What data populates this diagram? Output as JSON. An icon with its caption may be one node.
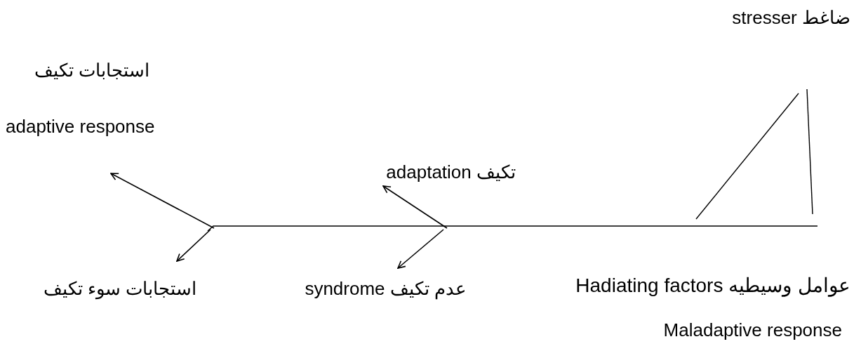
{
  "diagram": {
    "nodes": [
      {
        "text": [
          "استجابات تكيف",
          "adaptive response"
        ]
      },
      {
        "text": [
          "تكيف adaptation"
        ]
      },
      {
        "text": [
          "استجابات سوء تكيف"
        ]
      },
      {
        "text": [
          "عدم تكيف syndrome"
        ]
      }
    ],
    "edges": [
      {
        "from": null,
        "to": 0,
        "arrow": "to"
      },
      {
        "from": null,
        "to": 2,
        "arrow": "to"
      },
      {
        "from": null,
        "to": 1,
        "arrow": "to"
      },
      {
        "from": null,
        "to": 3,
        "arrow": "to"
      }
    ],
    "labels": [
      "ضاغط stresser",
      "عوامل وسيطيه Hadiating factors",
      "Maladaptive response"
    ]
  }
}
